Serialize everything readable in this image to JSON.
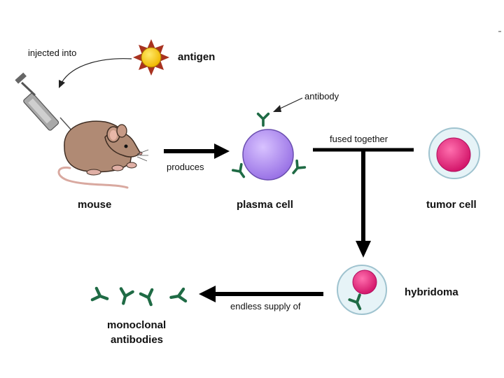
{
  "labels": {
    "injected_into": "injected into",
    "antigen": "antigen",
    "antibody": "antibody",
    "fused_together": "fused together",
    "produces": "produces",
    "mouse": "mouse",
    "plasma_cell": "plasma cell",
    "tumor_cell": "tumor cell",
    "hybridoma": "hybridoma",
    "endless_supply_of": "endless supply of",
    "monoclonal_line1": "monoclonal",
    "monoclonal_line2": "antibodies"
  },
  "colors": {
    "arrow": "#000000",
    "antibody": "#1f6b45",
    "plasma_cell": "#b38cf2",
    "tumor_outer": "#e6f3f7",
    "tumor_nucleus": "#e8287a",
    "sun_core": "#f4d21c",
    "sun_rays": "#a83220",
    "mouse_body": "#b08a74",
    "syringe": "#9a9a9a"
  }
}
